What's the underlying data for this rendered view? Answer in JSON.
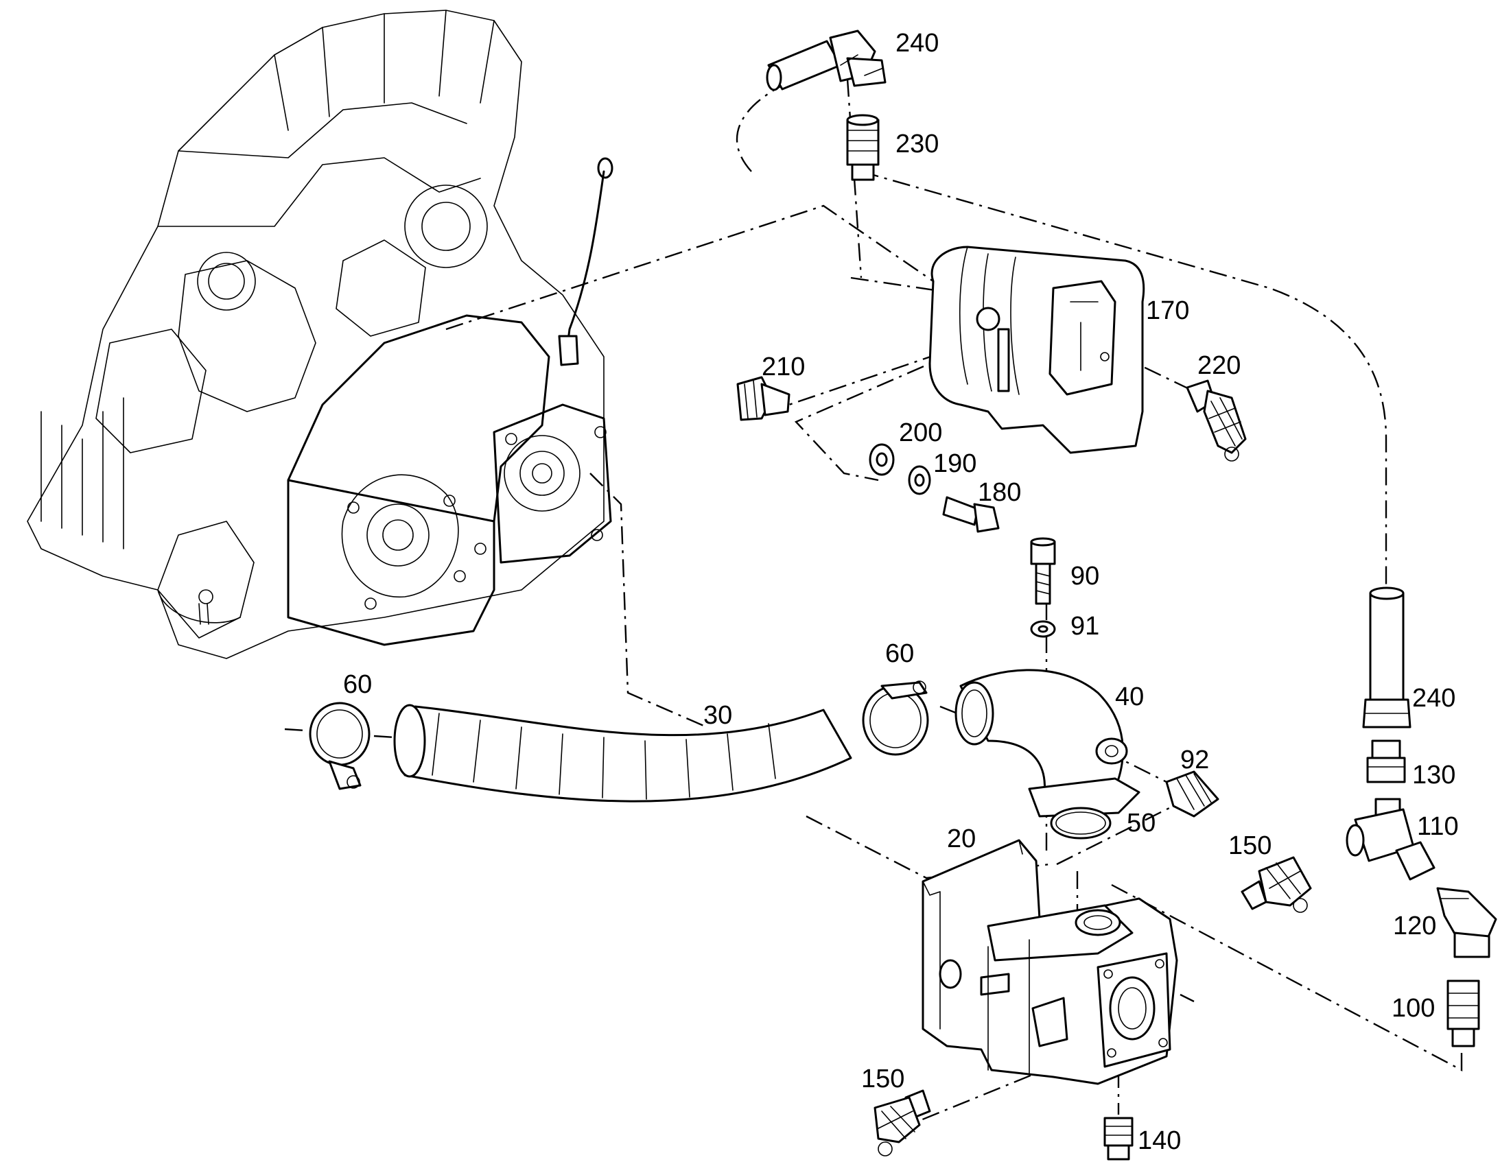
{
  "callouts": {
    "c240a": "240",
    "c230": "230",
    "c170": "170",
    "c210": "210",
    "c220": "220",
    "c200": "200",
    "c190": "190",
    "c180": "180",
    "c90": "90",
    "c91": "91",
    "c60a": "60",
    "c60b": "60",
    "c40": "40",
    "c30": "30",
    "c92": "92",
    "c50": "50",
    "c20": "20",
    "c150a": "150",
    "c150b": "150",
    "c140": "140",
    "c240b": "240",
    "c130": "130",
    "c110": "110",
    "c120": "120",
    "c100": "100"
  },
  "colors": {
    "line": "#000000",
    "background": "#ffffff"
  }
}
